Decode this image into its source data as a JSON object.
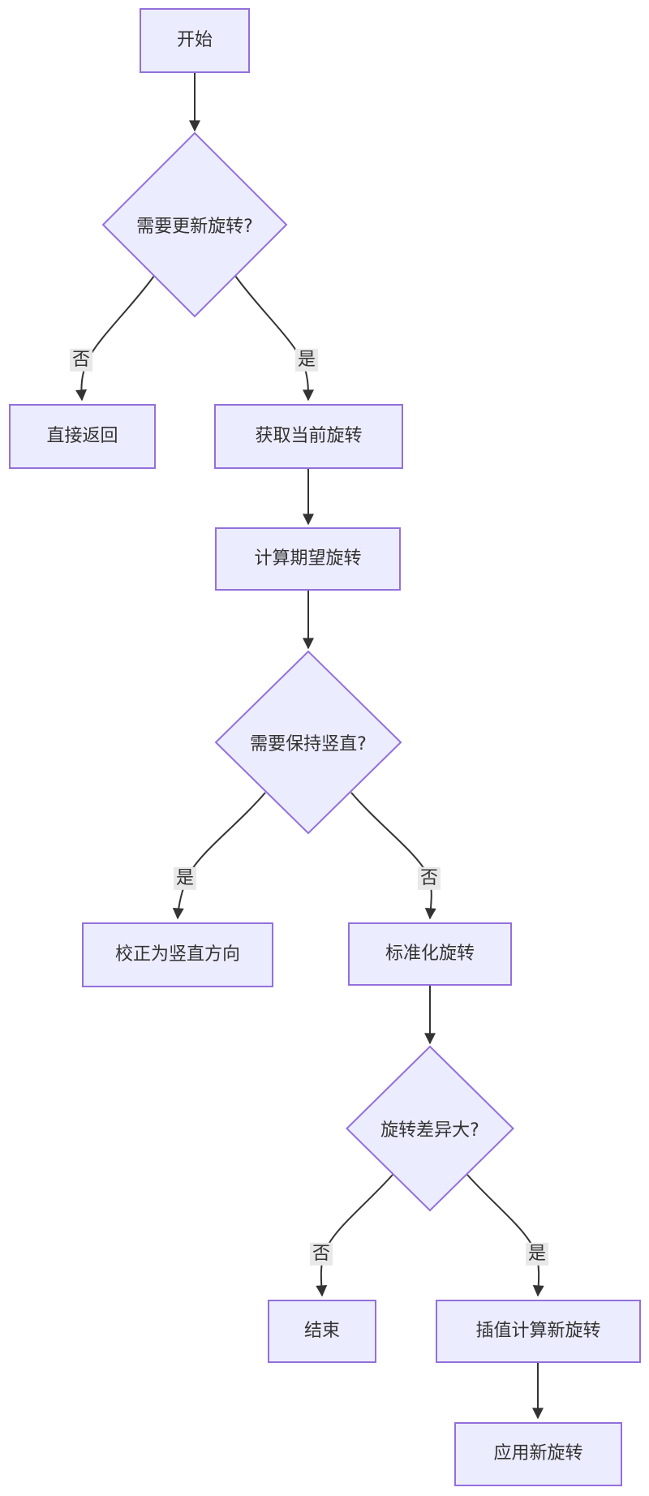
{
  "flowchart": {
    "nodes": {
      "start": {
        "label": "开始"
      },
      "check_update": {
        "label": "需要更新旋转?"
      },
      "direct_return": {
        "label": "直接返回"
      },
      "get_current": {
        "label": "获取当前旋转"
      },
      "calc_desired": {
        "label": "计算期望旋转"
      },
      "check_upright": {
        "label": "需要保持竖直?"
      },
      "correct_upright": {
        "label": "校正为竖直方向"
      },
      "normalize": {
        "label": "标准化旋转"
      },
      "check_diff": {
        "label": "旋转差异大?"
      },
      "end": {
        "label": "结束"
      },
      "interpolate": {
        "label": "插值计算新旋转"
      },
      "apply": {
        "label": "应用新旋转"
      }
    },
    "edge_labels": {
      "check_update_no": "否",
      "check_update_yes": "是",
      "check_upright_yes": "是",
      "check_upright_no": "否",
      "check_diff_no": "否",
      "check_diff_yes": "是"
    },
    "colors": {
      "node_fill": "#ECECFF",
      "node_border": "#9370DB",
      "edge_line": "#333333",
      "text": "#333333",
      "edge_label_bg": "#e8e8e8",
      "background": "#ffffff"
    }
  }
}
